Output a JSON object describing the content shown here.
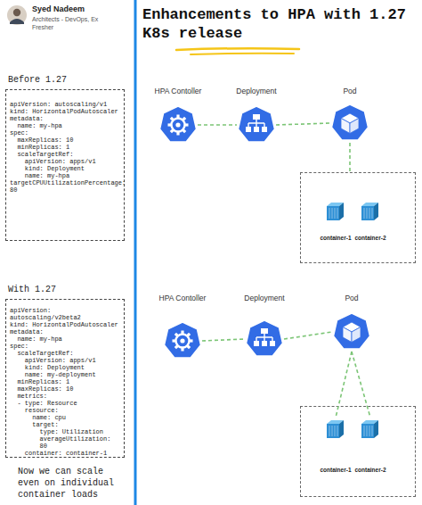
{
  "diagram": {
    "title": "Enhancements to HPA with 1.27 K8s release",
    "caption": "Now we can scale even on individual container loads",
    "nodes": [
      {
        "text": [
          "Before 1.27",
          "apiVersion: autoscaling/v1",
          "kind: HorizontalPodAutoscaler",
          "metadata:",
          "name: my-hpa",
          "spec:",
          "maxReplicas: 10",
          "minReplicas: 1",
          "scaleTargetRef:",
          "apiVersion: apps/v1",
          "kind: Deployment",
          "name: my-hpa",
          "targetCPUUtilizationPercentage: 80"
        ]
      },
      {
        "text": [
          "HPA Contoller"
        ]
      },
      {
        "text": [
          "Deployment"
        ]
      },
      {
        "text": [
          "Pod"
        ]
      },
      {
        "text": []
      },
      {
        "text": [
          "container-1"
        ],
        "in": 4
      },
      {
        "text": [
          "container-2"
        ],
        "in": 4
      },
      {
        "text": [
          "With 1.27",
          "apiVersion: autoscaling/v2beta2",
          "kind: HorizontalPodAutoscaler",
          "metadata:",
          "name: my-hpa",
          "spec:",
          "scaleTargetRef:",
          "apiVersion: apps/v1",
          "kind: Deployment",
          "name: my-deployment",
          "minReplicas: 1",
          "maxReplicas: 10",
          "metrics:",
          "- type: Resource",
          "resource:",
          "name: cpu",
          "target:",
          "type: Utilization",
          "averageUtilization: 80",
          "container: container-1"
        ]
      },
      {
        "text": [
          "HPA Contoller"
        ]
      },
      {
        "text": [
          "Deployment"
        ]
      },
      {
        "text": [
          "Pod"
        ]
      },
      {
        "text": []
      },
      {
        "text": [
          "container-1"
        ],
        "in": 11
      },
      {
        "text": [
          "container-2"
        ],
        "in": 11
      }
    ],
    "edges": [
      {
        "from": 1,
        "to": 2,
        "arrow": "none"
      },
      {
        "from": 2,
        "to": 3,
        "arrow": "none"
      },
      {
        "from": 3,
        "to": 4,
        "arrow": "none"
      },
      {
        "from": 8,
        "to": 9,
        "arrow": "none"
      },
      {
        "from": 9,
        "to": 10,
        "arrow": "none"
      },
      {
        "from": 10,
        "to": 12,
        "arrow": "none"
      },
      {
        "from": 10,
        "to": 13,
        "arrow": "none"
      }
    ],
    "labels": [
      "Syed Nadeem",
      "Architects - DevOps, Ex Fresher"
    ]
  }
}
